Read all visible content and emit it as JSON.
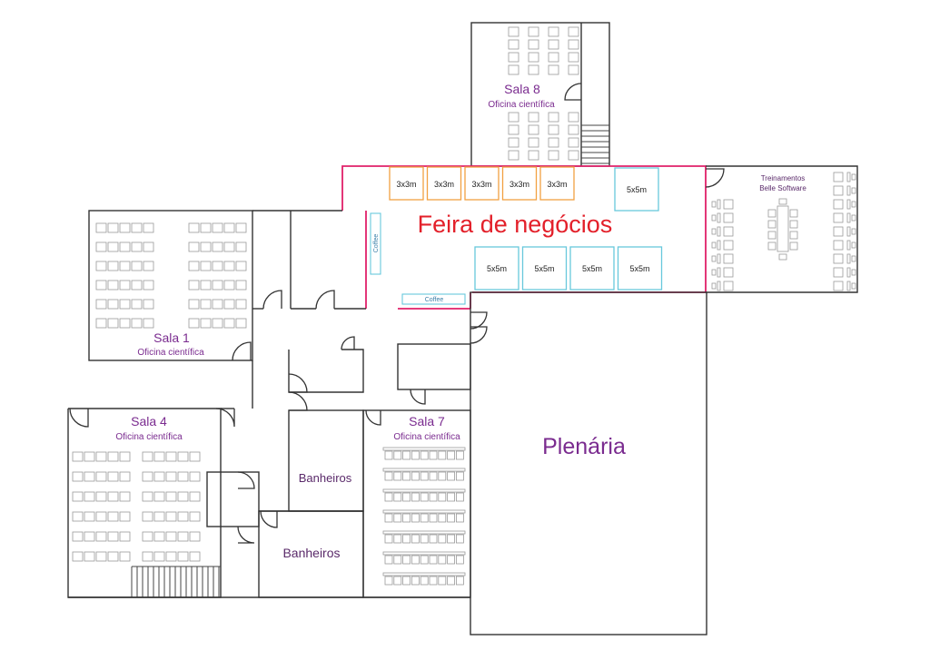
{
  "rooms": {
    "sala8": {
      "name": "Sala 8",
      "subtitle": "Oficina científica"
    },
    "sala1": {
      "name": "Sala 1",
      "subtitle": "Oficina científica"
    },
    "sala4": {
      "name": "Sala 4",
      "subtitle": "Oficina científica"
    },
    "sala7": {
      "name": "Sala 7",
      "subtitle": "Oficina científica"
    },
    "plenaria": {
      "name": "Plenária"
    },
    "feira": {
      "name": "Feira de negócios"
    },
    "treinamentos": {
      "line1": "Treinamentos",
      "line2": "Belle Software"
    },
    "banheiros_upper": {
      "name": "Banheiros"
    },
    "banheiros_lower": {
      "name": "Banheiros"
    }
  },
  "booths": {
    "small": [
      "3x3m",
      "3x3m",
      "3x3m",
      "3x3m",
      "3x3m"
    ],
    "large_top": "5x5m",
    "large_row": [
      "5x5m",
      "5x5m",
      "5x5m",
      "5x5m"
    ]
  },
  "coffee": {
    "vertical": "Coffee",
    "horizontal": "Coffee"
  },
  "colors": {
    "room_label": "#7a2b8f",
    "fair_title": "#e3202a",
    "fair_border": "#e0206a",
    "booth_small": "#f2a041",
    "booth_large": "#68c8dc"
  }
}
